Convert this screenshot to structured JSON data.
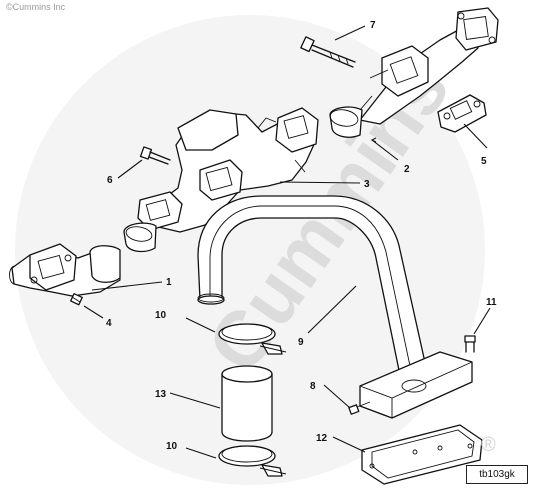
{
  "copyright": "©Cummins Inc",
  "watermark": "Cummins",
  "drawing_id": "tb103gk",
  "registered_mark": "®",
  "callouts": {
    "c1": "1",
    "c2": "2",
    "c3": "3",
    "c4": "4",
    "c5": "5",
    "c6": "6",
    "c7": "7",
    "c8": "8",
    "c9": "9",
    "c10a": "10",
    "c10b": "10",
    "c11": "11",
    "c12": "12",
    "c13": "13"
  },
  "colors": {
    "line": "#111111",
    "watermark": "#e9e9e9",
    "background": "#ffffff"
  }
}
